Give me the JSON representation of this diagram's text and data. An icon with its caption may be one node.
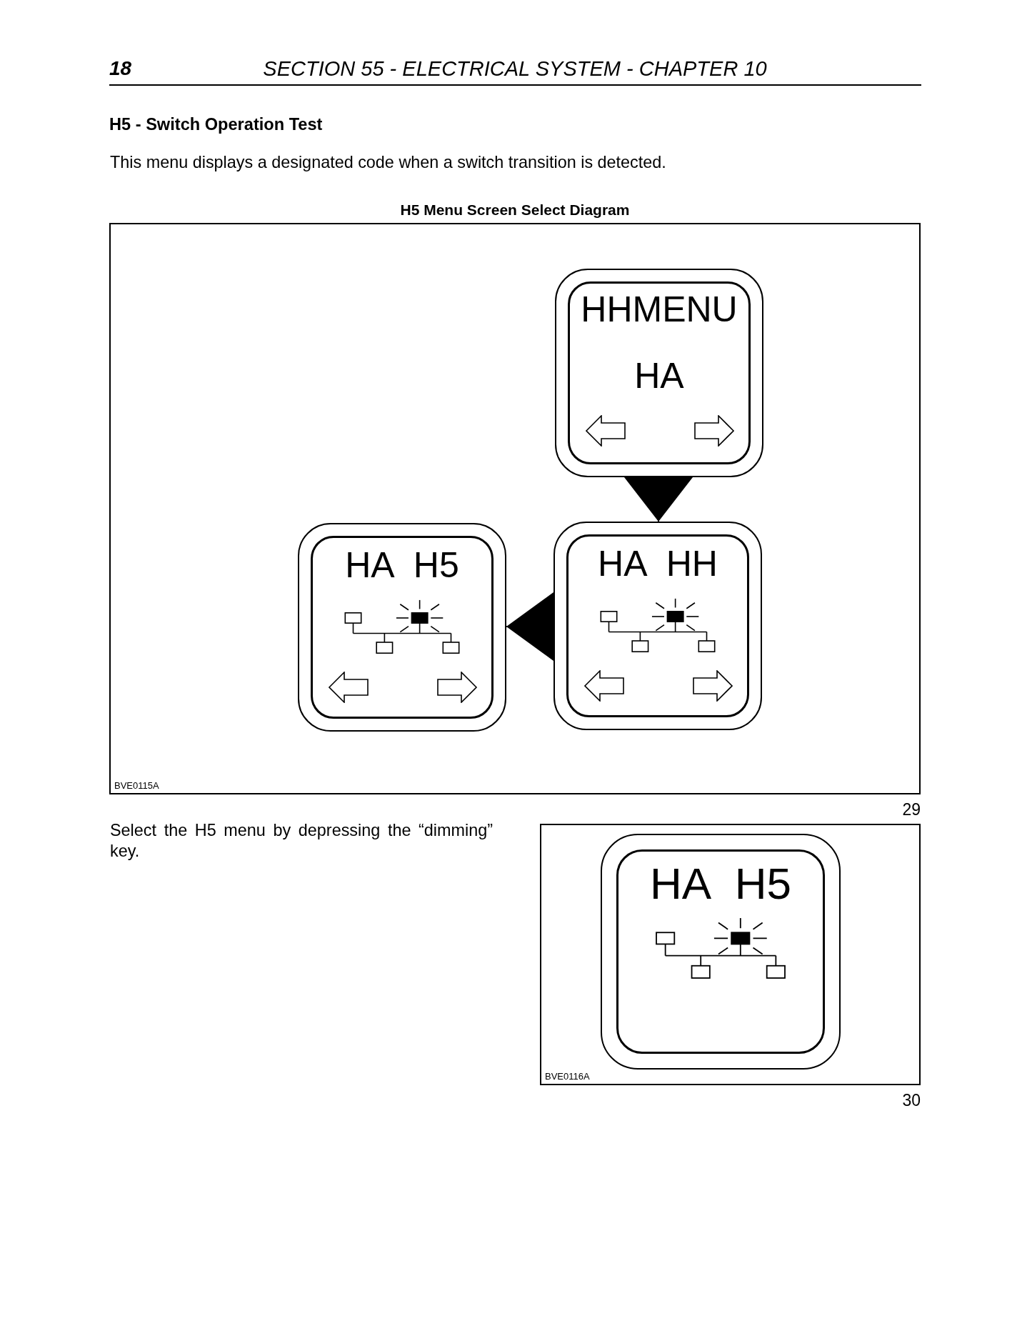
{
  "diagram": {
    "title": "H5 - Switch Operation Test",
    "nodes": [
      {
        "text": [
          "H5 Menu Screen Select Diagram",
          "BVE0115A"
        ],
        "beside": [
          "29"
        ]
      },
      {
        "text": [
          "HHMENU",
          "HA"
        ],
        "in": 0
      },
      {
        "text": [
          "HA H5"
        ],
        "in": 0
      },
      {
        "text": [
          "HA HH"
        ],
        "in": 0
      },
      {
        "text": [
          "BVE0116A"
        ],
        "beside": [
          "30"
        ]
      },
      {
        "text": [
          "HA H5"
        ],
        "in": 4
      }
    ],
    "edges": [
      {
        "from": 1,
        "to": 3,
        "arrow": "to"
      },
      {
        "from": 3,
        "to": 2,
        "arrow": "to"
      }
    ],
    "labels": [
      "18",
      "SECTION 55 - ELECTRICAL SYSTEM - CHAPTER 10",
      "This menu displays a designated code when a switch transition is detected.",
      "Select the H5 menu by depressing the “dimming” key."
    ]
  }
}
